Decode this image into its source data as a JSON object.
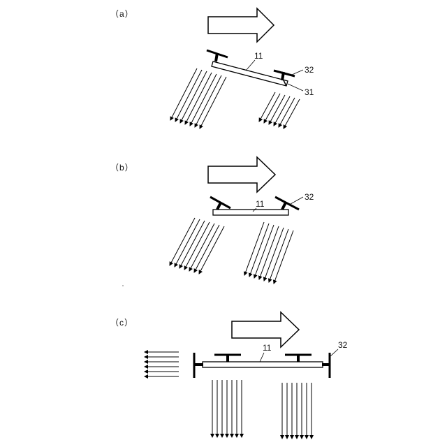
{
  "panels": [
    {
      "label": "（a）",
      "ref_plate": "11",
      "ref_rotor": "32",
      "ref_arm": "31"
    },
    {
      "label": "（b）",
      "ref_plate": "11",
      "ref_rotor": "32"
    },
    {
      "label": "（c）",
      "ref_plate": "11",
      "ref_rotor": "32"
    }
  ]
}
